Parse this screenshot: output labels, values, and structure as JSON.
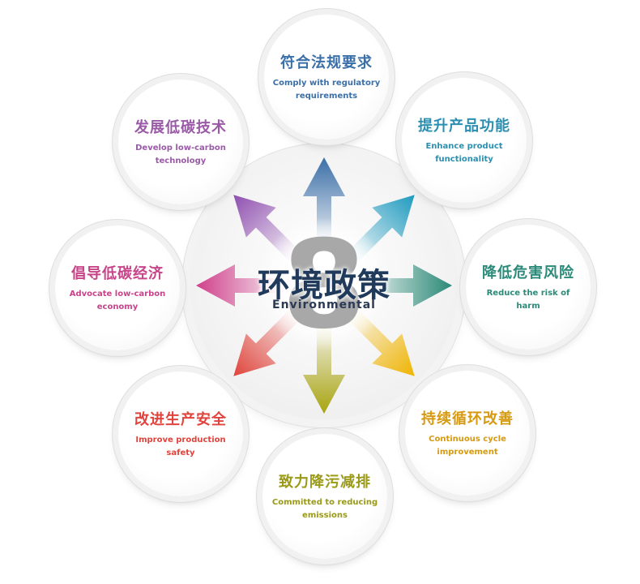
{
  "center": {
    "number": "8",
    "title_cn": "环境政策",
    "title_en": "Environmental"
  },
  "nodes": [
    {
      "key": "top",
      "cn": "符合法规要求",
      "en": "Comply with regulatory requirements",
      "color": "#3b6fa8"
    },
    {
      "key": "top-right",
      "cn": "提升产品功能",
      "en": "Enhance product functionality",
      "color": "#2a8fb0"
    },
    {
      "key": "right",
      "cn": "降低危害风险",
      "en": "Reduce the risk of harm",
      "color": "#2b8a78"
    },
    {
      "key": "bottom-right",
      "cn": "持续循环改善",
      "en": "Continuous cycle improvement",
      "color": "#d69a12"
    },
    {
      "key": "bottom",
      "cn": "致力降污减排",
      "en": "Committed to reducing emissions",
      "color": "#9a9a18"
    },
    {
      "key": "bottom-left",
      "cn": "改进生产安全",
      "en": "Improve production safety",
      "color": "#e0443c"
    },
    {
      "key": "left",
      "cn": "倡导低碳经济",
      "en": "Advocate low-carbon economy",
      "color": "#c8448a"
    },
    {
      "key": "top-left",
      "cn": "发展低碳技术",
      "en": "Develop low-carbon technology",
      "color": "#9a5aa8"
    }
  ],
  "arrows": [
    {
      "dir": "up",
      "color": "#3b6fa8"
    },
    {
      "dir": "up-right",
      "color": "#1f9bc0"
    },
    {
      "dir": "right",
      "color": "#2b8a78"
    },
    {
      "dir": "down-right",
      "color": "#f0b400"
    },
    {
      "dir": "down",
      "color": "#a8a410"
    },
    {
      "dir": "down-left",
      "color": "#e0443c"
    },
    {
      "dir": "left",
      "color": "#d0408c"
    },
    {
      "dir": "up-left",
      "color": "#8f4fb0"
    }
  ]
}
